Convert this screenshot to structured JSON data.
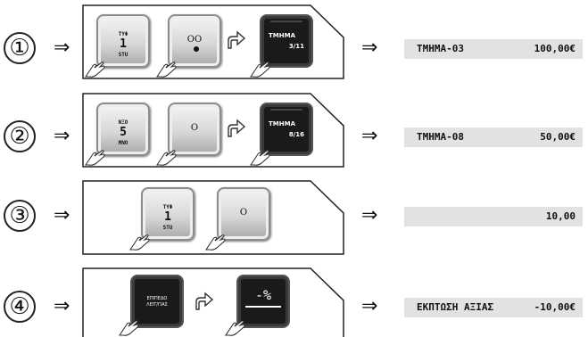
{
  "steps": [
    {
      "number": "①",
      "keys": [
        {
          "style": "light",
          "top": "ΤΥΦ",
          "main": "1",
          "bottom": "STU"
        },
        {
          "style": "light",
          "center": "OO",
          "dot": true
        },
        {
          "style": "dark",
          "line1": "ΤΜΗΜΑ",
          "line2": "3/11"
        }
      ],
      "display": {
        "text": "ΤΜΗΜΑ-03",
        "value": "100,00€"
      }
    },
    {
      "number": "②",
      "keys": [
        {
          "style": "light",
          "top": "ΝΞΟ",
          "main": "5",
          "bottom": "MNO"
        },
        {
          "style": "light",
          "center": "O"
        },
        {
          "style": "dark",
          "line1": "ΤΜΗΜΑ",
          "line2": "8/16"
        }
      ],
      "display": {
        "text": "ΤΜΗΜΑ-08",
        "value": "50,00€"
      }
    },
    {
      "number": "③",
      "keys": [
        {
          "style": "light",
          "top": "ΤΥΦ",
          "main": "1",
          "bottom": "STU"
        },
        {
          "style": "light",
          "center": "O"
        }
      ],
      "display": {
        "text": "",
        "value": "10,00"
      }
    },
    {
      "number": "④",
      "keys": [
        {
          "style": "dark",
          "line1": "ΕΠΙΠΕΔΟ",
          "line2": "ΛΕΙΤ/ΓΙΑΣ"
        },
        {
          "style": "dark",
          "symbol": "-%"
        }
      ],
      "display": {
        "text": "ΕΚΠΤΩΣΗ ΑΞΙΑΣ",
        "value": "-10,00€"
      }
    }
  ],
  "arrow_symbol": "⇒"
}
